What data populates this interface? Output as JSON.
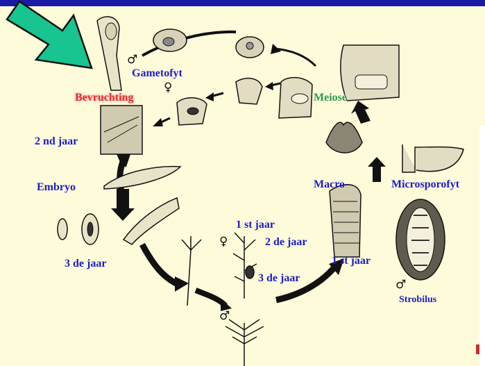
{
  "diagram": {
    "labels": {
      "gametofyt": "Gametofyt",
      "bevruchting": "Bevruchting",
      "meiose": "Meiose",
      "jaar2": "2 nd jaar",
      "embryo": "Embryo",
      "jaar3_left": "3 de jaar",
      "jaar1_center": "1 st jaar",
      "jaar2_center": "2 de jaar",
      "jaar3_center": "3 de jaar",
      "jaar1_right": "1 st jaar",
      "macro": "Macro-",
      "microsporofyt": "Microsporofyt",
      "strobilus": "Strobilus"
    },
    "symbols": {
      "male": "♂",
      "female": "♀"
    },
    "colors": {
      "background": "#fdfbd9",
      "label_blue": "#1c1ccc",
      "label_red": "#e23030",
      "label_green": "#2e9a3a",
      "pointer_arrow": "#18c48f",
      "top_bar": "#1a1aa6"
    }
  }
}
